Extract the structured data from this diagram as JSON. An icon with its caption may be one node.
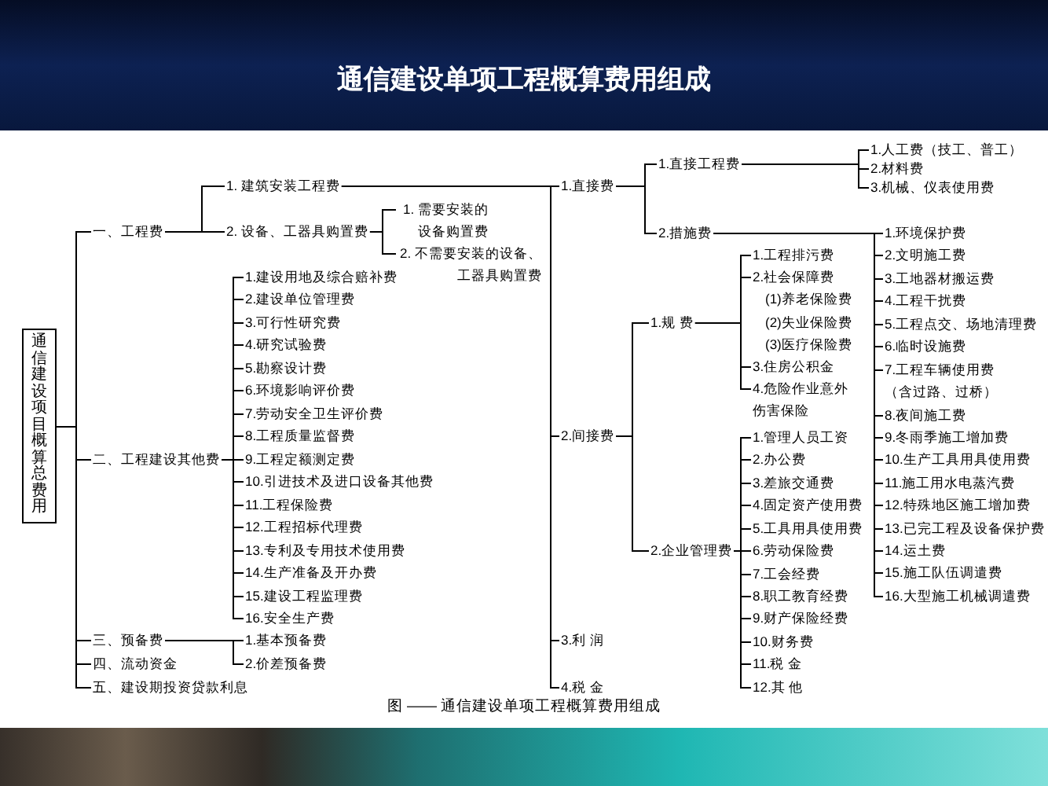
{
  "diagram": {
    "title": "通信建设单项工程概算费用组成",
    "caption": "图 —— 通信建设单项工程概算费用组成",
    "nodes": [
      {
        "text": [
          "通信建设项目概算总费用"
        ]
      },
      {
        "text": [
          "一、工程费"
        ]
      },
      {
        "text": [
          "1. 建筑安装工程费"
        ]
      },
      {
        "text": [
          "1.直接费"
        ]
      },
      {
        "text": [
          "1.直接工程费"
        ]
      },
      {
        "text": [
          "1.人工费（技工、普工）"
        ]
      },
      {
        "text": [
          "2.材料费"
        ]
      },
      {
        "text": [
          "3.机械、仪表使用费"
        ]
      },
      {
        "text": [
          "2.措施费"
        ]
      },
      {
        "text": [
          "1.环境保护费"
        ]
      },
      {
        "text": [
          "2.文明施工费"
        ]
      },
      {
        "text": [
          "3.工地器材搬运费"
        ]
      },
      {
        "text": [
          "4.工程干扰费"
        ]
      },
      {
        "text": [
          "5.工程点交、场地清理费"
        ]
      },
      {
        "text": [
          "6.临时设施费"
        ]
      },
      {
        "text": [
          "7.工程车辆使用费（含过路、过桥）"
        ]
      },
      {
        "text": [
          "8.夜间施工费"
        ]
      },
      {
        "text": [
          "9.冬雨季施工增加费"
        ]
      },
      {
        "text": [
          "10.生产工具用具使用费"
        ]
      },
      {
        "text": [
          "11.施工用水电蒸汽费"
        ]
      },
      {
        "text": [
          "12.特殊地区施工增加费"
        ]
      },
      {
        "text": [
          "13.已完工程及设备保护费"
        ]
      },
      {
        "text": [
          "14.运土费"
        ]
      },
      {
        "text": [
          "15.施工队伍调遣费"
        ]
      },
      {
        "text": [
          "16.大型施工机械调遣费"
        ]
      },
      {
        "text": [
          "2.间接费"
        ]
      },
      {
        "text": [
          "1.规 费"
        ]
      },
      {
        "text": [
          "1.工程排污费"
        ]
      },
      {
        "text": [
          "2.社会保障费"
        ],
        "beside": [
          "(1)养老保险费",
          "(2)失业保险费",
          "(3)医疗保险费"
        ]
      },
      {
        "text": [
          "3.住房公积金"
        ]
      },
      {
        "text": [
          "4.危险作业意外伤害保险"
        ]
      },
      {
        "text": [
          "2.企业管理费"
        ]
      },
      {
        "text": [
          "1.管理人员工资"
        ]
      },
      {
        "text": [
          "2.办公费"
        ]
      },
      {
        "text": [
          "3.差旅交通费"
        ]
      },
      {
        "text": [
          "4.固定资产使用费"
        ]
      },
      {
        "text": [
          "5.工具用具使用费"
        ]
      },
      {
        "text": [
          "6.劳动保险费"
        ]
      },
      {
        "text": [
          "7.工会经费"
        ]
      },
      {
        "text": [
          "8.职工教育经费"
        ]
      },
      {
        "text": [
          "9.财产保险经费"
        ]
      },
      {
        "text": [
          "10.财务费"
        ]
      },
      {
        "text": [
          "11.税 金"
        ]
      },
      {
        "text": [
          "12.其 他"
        ]
      },
      {
        "text": [
          "3.利 润"
        ]
      },
      {
        "text": [
          "4.税 金"
        ]
      },
      {
        "text": [
          "2. 设备、工器具购置费"
        ]
      },
      {
        "text": [
          "1. 需要安装的设备购置费"
        ]
      },
      {
        "text": [
          "2. 不需要安装的设备、工器具购置费"
        ]
      },
      {
        "text": [
          "二、工程建设其他费"
        ]
      },
      {
        "text": [
          "1.建设用地及综合赔补费"
        ]
      },
      {
        "text": [
          "2.建设单位管理费"
        ]
      },
      {
        "text": [
          "3.可行性研究费"
        ]
      },
      {
        "text": [
          "4.研究试验费"
        ]
      },
      {
        "text": [
          "5.勘察设计费"
        ]
      },
      {
        "text": [
          "6.环境影响评价费"
        ]
      },
      {
        "text": [
          "7.劳动安全卫生评价费"
        ]
      },
      {
        "text": [
          "8.工程质量监督费"
        ]
      },
      {
        "text": [
          "9.工程定额测定费"
        ]
      },
      {
        "text": [
          "10.引进技术及进口设备其他费"
        ]
      },
      {
        "text": [
          "11.工程保险费"
        ]
      },
      {
        "text": [
          "12.工程招标代理费"
        ]
      },
      {
        "text": [
          "13.专利及专用技术使用费"
        ]
      },
      {
        "text": [
          "14.生产准备及开办费"
        ]
      },
      {
        "text": [
          "15.建设工程监理费"
        ]
      },
      {
        "text": [
          "16.安全生产费"
        ]
      },
      {
        "text": [
          "三、预备费"
        ]
      },
      {
        "text": [
          "1.基本预备费"
        ]
      },
      {
        "text": [
          "2.价差预备费"
        ]
      },
      {
        "text": [
          "四、流动资金"
        ]
      },
      {
        "text": [
          "五、建设期投资贷款利息"
        ]
      }
    ],
    "edges": [
      {
        "from": 0,
        "to": 1,
        "arrow": "none"
      },
      {
        "from": 1,
        "to": 2,
        "arrow": "none"
      },
      {
        "from": 2,
        "to": 3,
        "arrow": "none"
      },
      {
        "from": 3,
        "to": 4,
        "arrow": "none"
      },
      {
        "from": 4,
        "to": 5,
        "arrow": "none"
      },
      {
        "from": 4,
        "to": 6,
        "arrow": "none"
      },
      {
        "from": 4,
        "to": 7,
        "arrow": "none"
      },
      {
        "from": 3,
        "to": 8,
        "arrow": "none"
      },
      {
        "from": 8,
        "to": 9,
        "arrow": "none"
      },
      {
        "from": 8,
        "to": 10,
        "arrow": "none"
      },
      {
        "from": 8,
        "to": 11,
        "arrow": "none"
      },
      {
        "from": 8,
        "to": 12,
        "arrow": "none"
      },
      {
        "from": 8,
        "to": 13,
        "arrow": "none"
      },
      {
        "from": 8,
        "to": 14,
        "arrow": "none"
      },
      {
        "from": 8,
        "to": 15,
        "arrow": "none"
      },
      {
        "from": 8,
        "to": 16,
        "arrow": "none"
      },
      {
        "from": 8,
        "to": 17,
        "arrow": "none"
      },
      {
        "from": 8,
        "to": 18,
        "arrow": "none"
      },
      {
        "from": 8,
        "to": 19,
        "arrow": "none"
      },
      {
        "from": 8,
        "to": 20,
        "arrow": "none"
      },
      {
        "from": 8,
        "to": 21,
        "arrow": "none"
      },
      {
        "from": 8,
        "to": 22,
        "arrow": "none"
      },
      {
        "from": 8,
        "to": 23,
        "arrow": "none"
      },
      {
        "from": 8,
        "to": 24,
        "arrow": "none"
      },
      {
        "from": 2,
        "to": 25,
        "arrow": "none"
      },
      {
        "from": 25,
        "to": 26,
        "arrow": "none"
      },
      {
        "from": 26,
        "to": 27,
        "arrow": "none"
      },
      {
        "from": 26,
        "to": 28,
        "arrow": "none"
      },
      {
        "from": 26,
        "to": 29,
        "arrow": "none"
      },
      {
        "from": 26,
        "to": 30,
        "arrow": "none"
      },
      {
        "from": 25,
        "to": 31,
        "arrow": "none"
      },
      {
        "from": 31,
        "to": 32,
        "arrow": "none"
      },
      {
        "from": 31,
        "to": 33,
        "arrow": "none"
      },
      {
        "from": 31,
        "to": 34,
        "arrow": "none"
      },
      {
        "from": 31,
        "to": 35,
        "arrow": "none"
      },
      {
        "from": 31,
        "to": 36,
        "arrow": "none"
      },
      {
        "from": 31,
        "to": 37,
        "arrow": "none"
      },
      {
        "from": 31,
        "to": 38,
        "arrow": "none"
      },
      {
        "from": 31,
        "to": 39,
        "arrow": "none"
      },
      {
        "from": 31,
        "to": 40,
        "arrow": "none"
      },
      {
        "from": 31,
        "to": 41,
        "arrow": "none"
      },
      {
        "from": 31,
        "to": 42,
        "arrow": "none"
      },
      {
        "from": 31,
        "to": 43,
        "arrow": "none"
      },
      {
        "from": 2,
        "to": 44,
        "arrow": "none"
      },
      {
        "from": 2,
        "to": 45,
        "arrow": "none"
      },
      {
        "from": 1,
        "to": 46,
        "arrow": "none"
      },
      {
        "from": 46,
        "to": 47,
        "arrow": "none"
      },
      {
        "from": 46,
        "to": 48,
        "arrow": "none"
      },
      {
        "from": 0,
        "to": 49,
        "arrow": "none"
      },
      {
        "from": 49,
        "to": 50,
        "arrow": "none"
      },
      {
        "from": 49,
        "to": 51,
        "arrow": "none"
      },
      {
        "from": 49,
        "to": 52,
        "arrow": "none"
      },
      {
        "from": 49,
        "to": 53,
        "arrow": "none"
      },
      {
        "from": 49,
        "to": 54,
        "arrow": "none"
      },
      {
        "from": 49,
        "to": 55,
        "arrow": "none"
      },
      {
        "from": 49,
        "to": 56,
        "arrow": "none"
      },
      {
        "from": 49,
        "to": 57,
        "arrow": "none"
      },
      {
        "from": 49,
        "to": 58,
        "arrow": "none"
      },
      {
        "from": 49,
        "to": 59,
        "arrow": "none"
      },
      {
        "from": 49,
        "to": 60,
        "arrow": "none"
      },
      {
        "from": 49,
        "to": 61,
        "arrow": "none"
      },
      {
        "from": 49,
        "to": 62,
        "arrow": "none"
      },
      {
        "from": 49,
        "to": 63,
        "arrow": "none"
      },
      {
        "from": 49,
        "to": 64,
        "arrow": "none"
      },
      {
        "from": 49,
        "to": 65,
        "arrow": "none"
      },
      {
        "from": 0,
        "to": 66,
        "arrow": "none"
      },
      {
        "from": 66,
        "to": 67,
        "arrow": "none"
      },
      {
        "from": 66,
        "to": 68,
        "arrow": "none"
      },
      {
        "from": 0,
        "to": 69,
        "arrow": "none"
      },
      {
        "from": 0,
        "to": 70,
        "arrow": "none"
      }
    ]
  }
}
